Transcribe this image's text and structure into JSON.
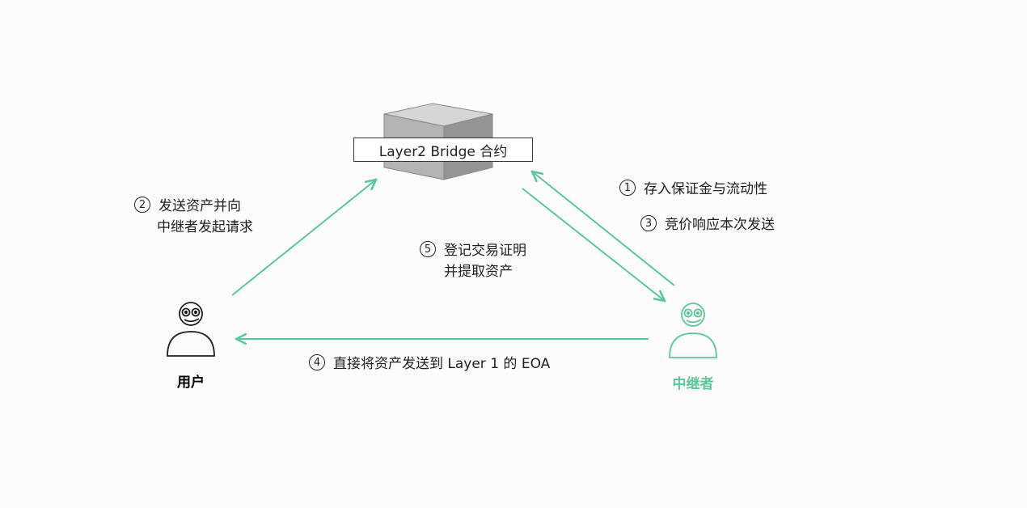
{
  "contract": {
    "label": "Layer2 Bridge 合约"
  },
  "actors": {
    "user": {
      "name": "用户",
      "color": "#1e1e1e"
    },
    "relayer": {
      "name": "中继者",
      "color": "#5ac79b"
    }
  },
  "steps": [
    {
      "num": "1",
      "lines": [
        "存入保证金与流动性"
      ]
    },
    {
      "num": "2",
      "lines": [
        "发送资产并向",
        "中继者发起请求"
      ]
    },
    {
      "num": "3",
      "lines": [
        "竞价响应本次发送"
      ]
    },
    {
      "num": "4",
      "lines": [
        "直接将资产发送到 Layer 1 的 EOA"
      ]
    },
    {
      "num": "5",
      "lines": [
        "登记交易证明",
        "并提取资产"
      ]
    }
  ],
  "colors": {
    "arrow": "#5ac79b",
    "text": "#1e1e1e",
    "cube_top": "#d6d6d6",
    "cube_front": "#b3b3b3",
    "cube_side": "#939393"
  }
}
